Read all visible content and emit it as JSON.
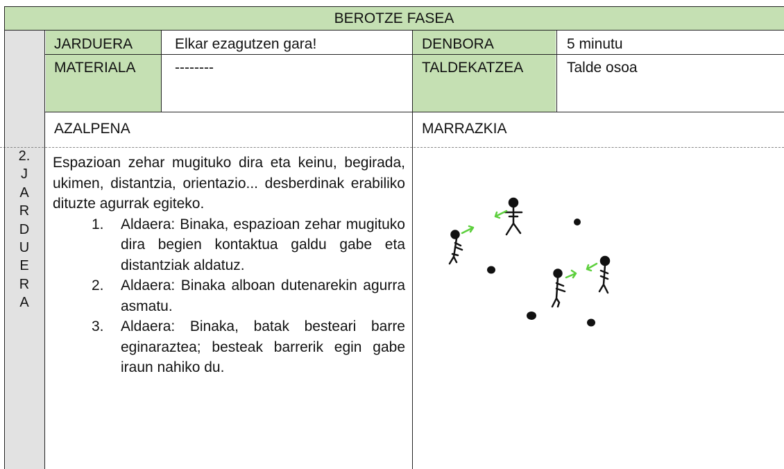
{
  "header": {
    "title": "BEROTZE FASEA"
  },
  "section": {
    "number": "2.",
    "letters": [
      "J",
      "A",
      "R",
      "D",
      "U",
      "E",
      "R",
      "A"
    ]
  },
  "rows": {
    "jarduera_label": "JARDUERA",
    "jarduera_value": "Elkar ezagutzen gara!",
    "denbora_label": "DENBORA",
    "denbora_value": "5 minutu",
    "materiala_label": "MATERIALA",
    "materiala_value": "--------",
    "taldekatzea_label": "TALDEKATZEA",
    "taldekatzea_value": "Talde osoa",
    "azalpena_label": "AZALPENA",
    "marrazkia_label": "MARRAZKIA"
  },
  "description": {
    "intro": "Espazioan zehar mugituko dira eta keinu, begirada, ukimen, distantzia, orientazio... desberdinak erabiliko dituzte agurrak egiteko.",
    "items": [
      {
        "num": "1.",
        "text": "Aldaera: Binaka, espazioan zehar mugituko dira begien kontaktua galdu gabe eta distantziak aldatuz."
      },
      {
        "num": "2.",
        "text": "Aldaera: Binaka alboan dutenarekin agurra asmatu."
      },
      {
        "num": "3.",
        "text": "Aldaera: Binaka, batak besteari barre eginaraztea; besteak barrerik egin gabe iraun nahiko du."
      }
    ]
  },
  "colors": {
    "label_bg": "#c5e0b3",
    "arrow": "#5ccf3c",
    "ink": "#111111"
  }
}
